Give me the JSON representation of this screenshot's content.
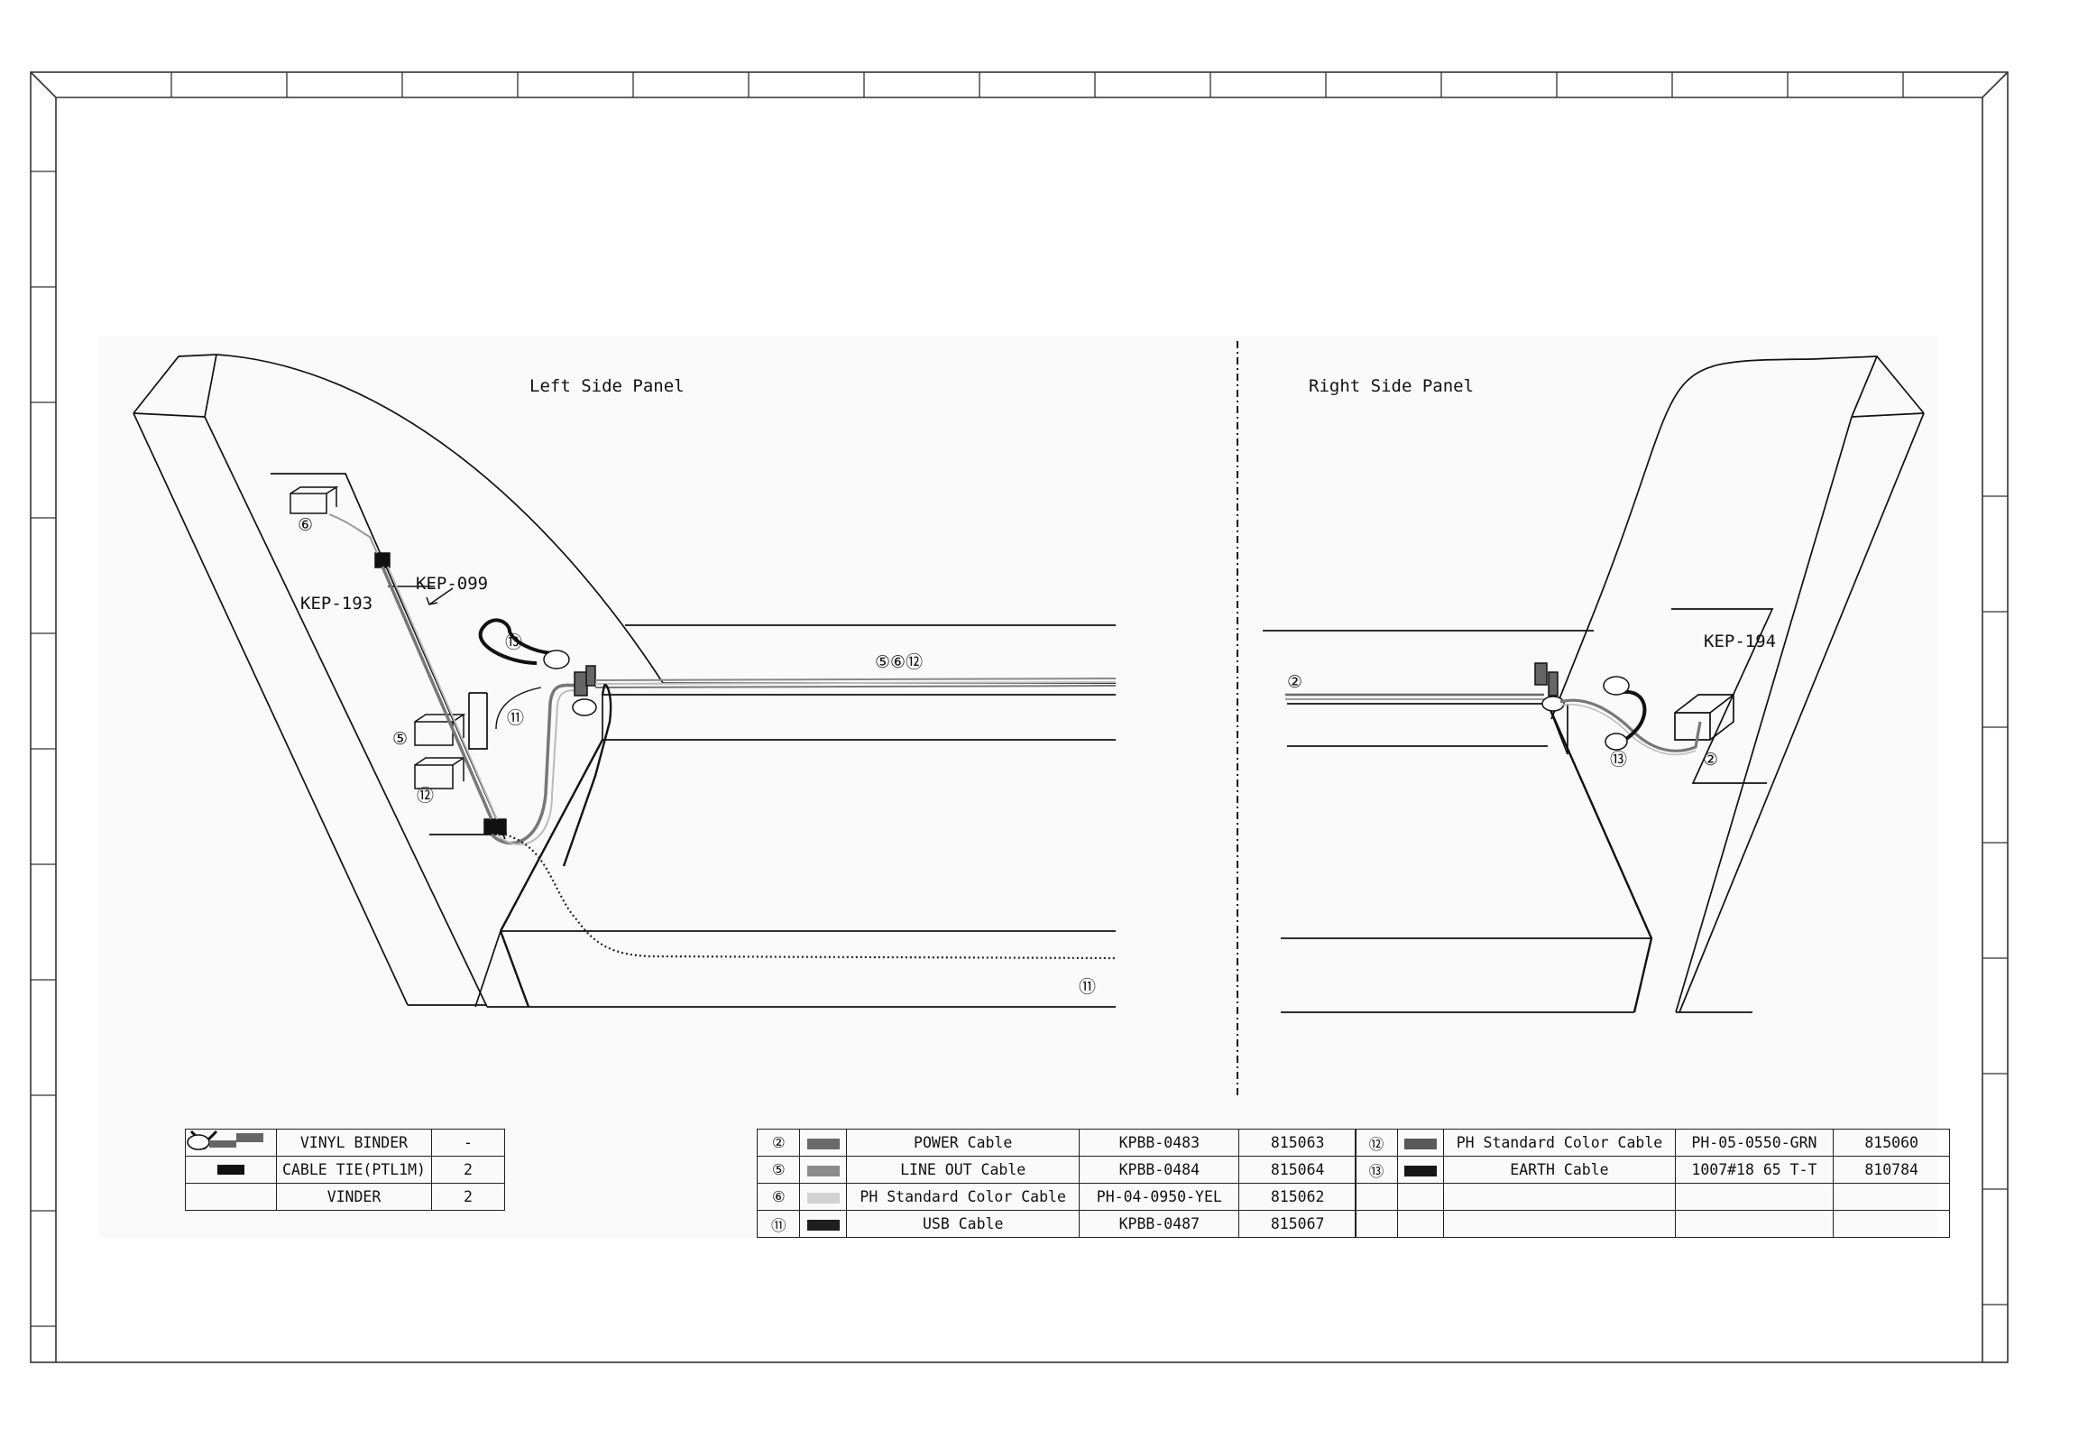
{
  "panels": {
    "left_title": "Left Side Panel",
    "right_title": "Right Side Panel"
  },
  "callouts": {
    "kep193": "KEP-193",
    "kep099": "KEP-099",
    "kep194": "KEP-194",
    "c6": "⑥",
    "c5": "⑤",
    "c12": "⑫",
    "c13_left": "⑬",
    "c11_left": "⑪",
    "c5612": "⑤⑥⑫",
    "c11_bottom": "⑪",
    "c2_right": "②",
    "c13_right": "⑬",
    "c2_right_b": "②"
  },
  "legend": [
    {
      "icon": "vinyl-binder-icon",
      "name": "VINYL BINDER",
      "qty": "-"
    },
    {
      "icon": "cable-tie-icon",
      "name": "CABLE TIE(PTL1M)",
      "qty": "2"
    },
    {
      "icon": "vinder-icon",
      "name": "VINDER",
      "qty": "2"
    }
  ],
  "cables": [
    {
      "num": "②",
      "color": "#6a6a6a",
      "name": "POWER Cable",
      "part": "KPBB-0483",
      "code": "815063"
    },
    {
      "num": "⑤",
      "color": "#8c8c8c",
      "name": "LINE OUT Cable",
      "part": "KPBB-0484",
      "code": "815064"
    },
    {
      "num": "⑥",
      "color": "#d2d2d2",
      "name": "PH Standard Color Cable",
      "part": "PH-04-0950-YEL",
      "code": "815062"
    },
    {
      "num": "⑪",
      "color": "#1e1e1e",
      "name": "USB Cable",
      "part": "KPBB-0487",
      "code": "815067"
    }
  ],
  "cables_right": [
    {
      "num": "⑫",
      "color": "#5a5a5a",
      "name": "PH Standard Color Cable",
      "part": "PH-05-0550-GRN",
      "code": "815060"
    },
    {
      "num": "⑬",
      "color": "#161616",
      "name": "EARTH Cable",
      "part": "1007#18 65 T-T",
      "code": "810784"
    },
    {
      "num": "",
      "color": "",
      "name": "",
      "part": "",
      "code": ""
    },
    {
      "num": "",
      "color": "",
      "name": "",
      "part": "",
      "code": ""
    }
  ]
}
